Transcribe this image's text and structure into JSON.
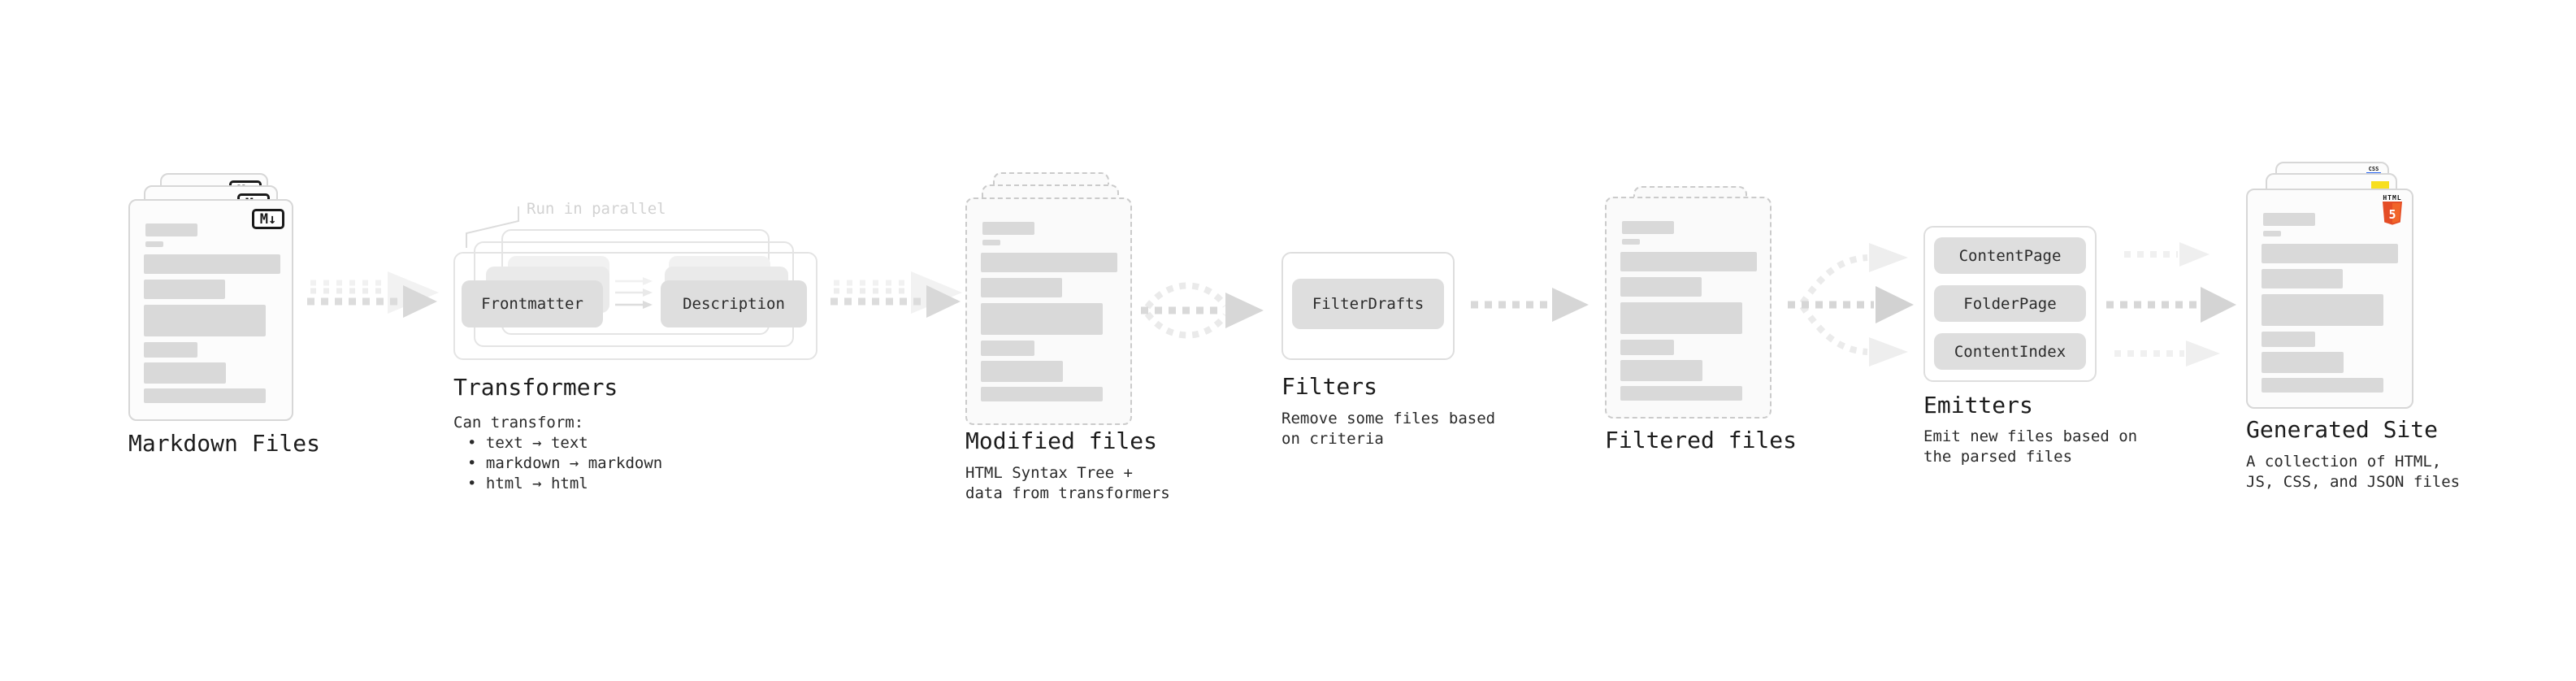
{
  "colors": {
    "html5_shield": "#e44d26",
    "html5_shield_light": "#f16529",
    "css_blue": "#2965f1",
    "js_yellow": "#f7df1e"
  },
  "pipeline": {
    "markdown": {
      "label": "Markdown Files",
      "badge": "M↓"
    },
    "transformers": {
      "label": "Transformers",
      "annotation": "Run in parallel",
      "box_frontmatter": "Frontmatter",
      "box_description": "Description",
      "caption_title": "Can transform:",
      "bullets": [
        "• text → text",
        "• markdown → markdown",
        "• html → html"
      ]
    },
    "modified": {
      "label": "Modified files",
      "caption": "HTML Syntax Tree +\ndata from transformers"
    },
    "filters": {
      "label": "Filters",
      "box": "FilterDrafts",
      "caption": "Remove some files based\non criteria"
    },
    "filtered": {
      "label": "Filtered files"
    },
    "emitters": {
      "label": "Emitters",
      "buttons": [
        "ContentPage",
        "FolderPage",
        "ContentIndex"
      ],
      "caption": "Emit new files based on\nthe parsed files"
    },
    "site": {
      "label": "Generated Site",
      "caption": "A collection of HTML,\nJS, CSS, and JSON files",
      "badge_css": "CSS",
      "badge_html": "HTML",
      "badge_html_number": "5"
    }
  }
}
